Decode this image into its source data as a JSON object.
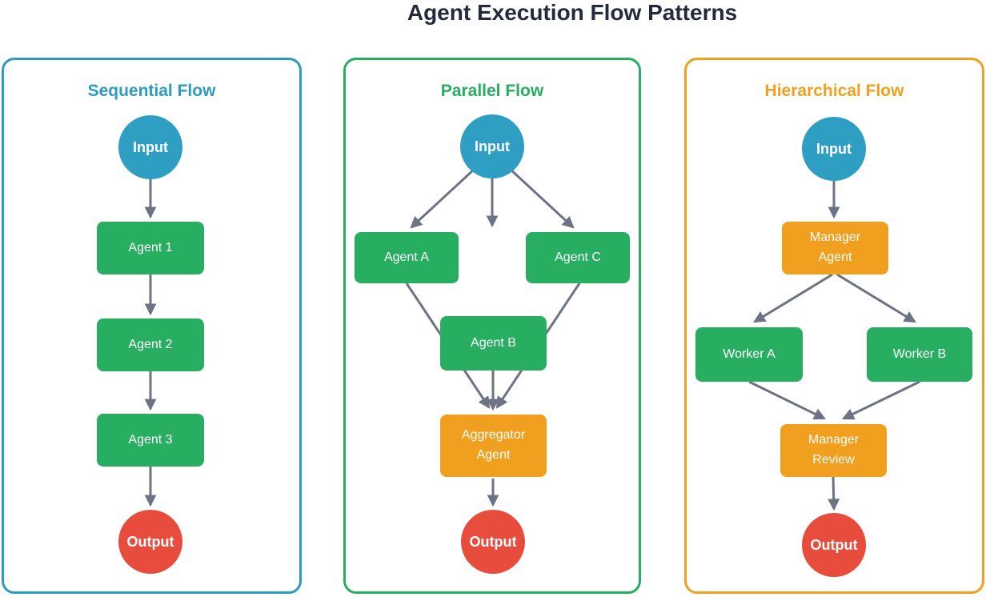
{
  "title": "Agent Execution Flow Patterns",
  "colors": {
    "title_text": "#242A3B",
    "arrow": "#6D7285",
    "node_input": "#2E9EC2",
    "node_process": "#27AE60",
    "node_special": "#F0A01E",
    "node_output": "#E74C3C",
    "sequential_accent": "#2D9BC1",
    "parallel_accent": "#27AE60",
    "hierarchical_accent": "#F0A01E",
    "background": "#FFFFFF"
  },
  "panels": [
    {
      "title": "Sequential Flow",
      "nodes": [
        {
          "id": "input",
          "label": "Input",
          "type": "start"
        },
        {
          "id": "agent-1",
          "label": "Agent 1",
          "type": "process"
        },
        {
          "id": "agent-2",
          "label": "Agent 2",
          "type": "process"
        },
        {
          "id": "agent-3",
          "label": "Agent 3",
          "type": "process"
        },
        {
          "id": "output",
          "label": "Output",
          "type": "end"
        }
      ],
      "edges": [
        [
          "Input",
          "Agent 1"
        ],
        [
          "Agent 1",
          "Agent 2"
        ],
        [
          "Agent 2",
          "Agent 3"
        ],
        [
          "Agent 3",
          "Output"
        ]
      ]
    },
    {
      "title": "Parallel Flow",
      "nodes": [
        {
          "id": "input",
          "label": "Input",
          "type": "start"
        },
        {
          "id": "agent-a",
          "label": "Agent A",
          "type": "process"
        },
        {
          "id": "agent-b",
          "label": "Agent B",
          "type": "process"
        },
        {
          "id": "agent-c",
          "label": "Agent C",
          "type": "process"
        },
        {
          "id": "aggregator-agent",
          "label": "Aggregator Agent",
          "type": "special"
        },
        {
          "id": "output",
          "label": "Output",
          "type": "end"
        }
      ],
      "edges": [
        [
          "Input",
          "Agent A"
        ],
        [
          "Input",
          "Agent B"
        ],
        [
          "Input",
          "Agent C"
        ],
        [
          "Agent A",
          "Aggregator Agent"
        ],
        [
          "Agent B",
          "Aggregator Agent"
        ],
        [
          "Agent C",
          "Aggregator Agent"
        ],
        [
          "Aggregator Agent",
          "Output"
        ]
      ]
    },
    {
      "title": "Hierarchical Flow",
      "nodes": [
        {
          "id": "input",
          "label": "Input",
          "type": "start"
        },
        {
          "id": "manager-agent",
          "label": "Manager Agent",
          "type": "special"
        },
        {
          "id": "worker-a",
          "label": "Worker A",
          "type": "process"
        },
        {
          "id": "worker-b",
          "label": "Worker B",
          "type": "process"
        },
        {
          "id": "manager-review",
          "label": "Manager Review",
          "type": "special"
        },
        {
          "id": "output",
          "label": "Output",
          "type": "end"
        }
      ],
      "edges": [
        [
          "Input",
          "Manager Agent"
        ],
        [
          "Manager Agent",
          "Worker A"
        ],
        [
          "Manager Agent",
          "Worker B"
        ],
        [
          "Worker A",
          "Manager Review"
        ],
        [
          "Worker B",
          "Manager Review"
        ],
        [
          "Manager Review",
          "Output"
        ]
      ]
    }
  ]
}
